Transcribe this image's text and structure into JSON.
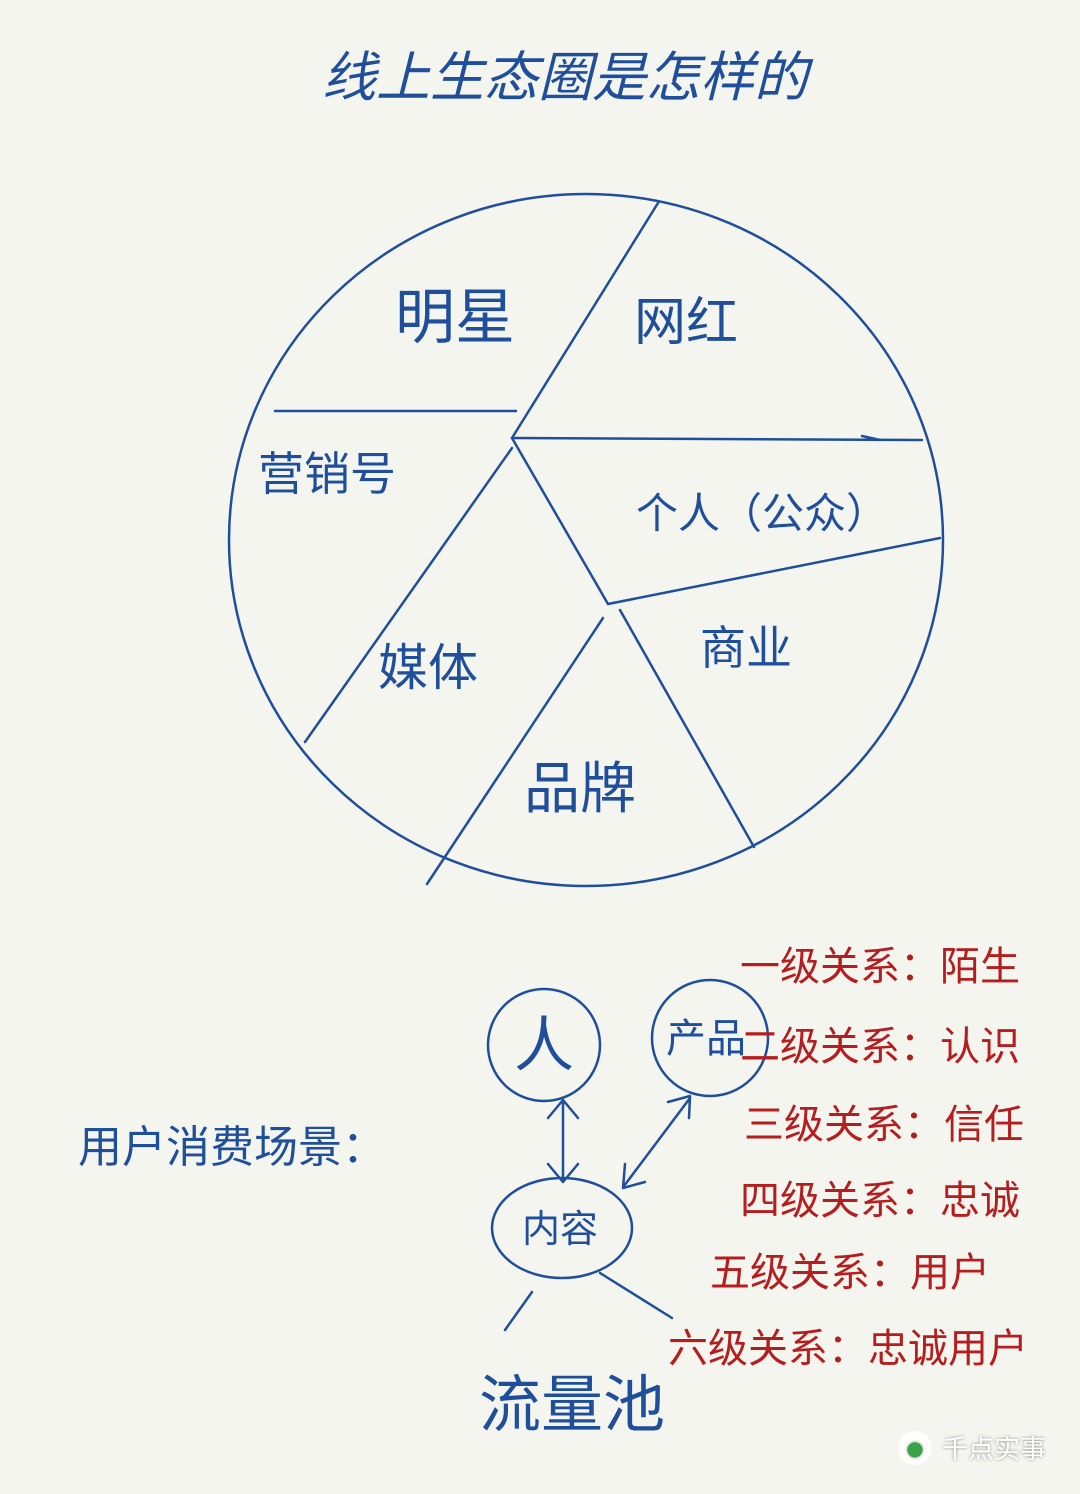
{
  "title": "线上生态圈是怎样的",
  "colors": {
    "ink_blue": "#1f4f9a",
    "ink_red": "#b51e1e",
    "paper": "#f5f5f0"
  },
  "pie_segments": [
    "明星",
    "网红",
    "个人（公众）",
    "商业",
    "品牌",
    "媒体",
    "营销号"
  ],
  "scene": {
    "label": "用户消费场景：",
    "nodes": {
      "person": "人",
      "product": "产品",
      "content": "内容",
      "traffic": "流量池"
    }
  },
  "relation_levels": [
    "一级关系：陌生",
    "二级关系：认识",
    "三级关系：信任",
    "四级关系：忠诚",
    "五级关系：用户",
    "六级关系：忠诚用户"
  ],
  "watermark": {
    "icon": "wechat-icon",
    "text": "千点实事"
  }
}
